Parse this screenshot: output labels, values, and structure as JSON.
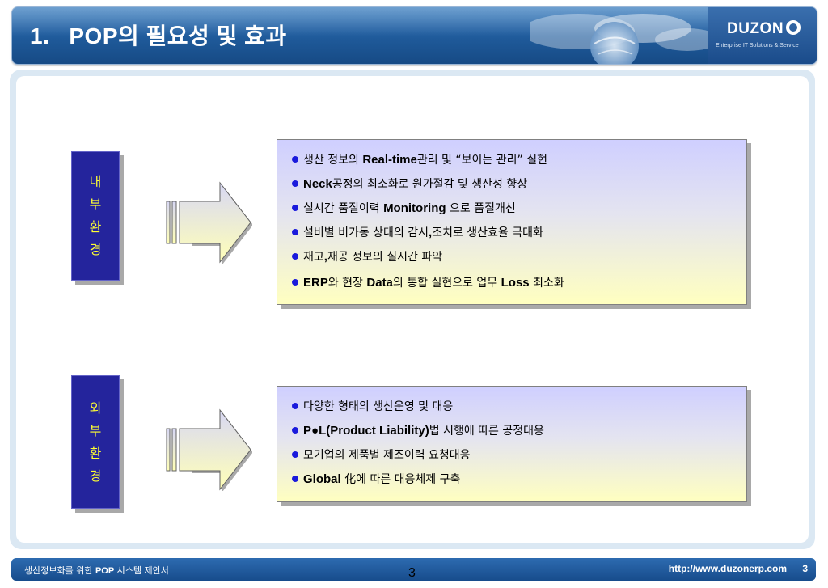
{
  "header": {
    "number": "1.",
    "title_bold": "POP",
    "title_rest": "의 필요성 및 효과",
    "brand": "DUZON",
    "tagline": "Enterprise IT Solutions & Service"
  },
  "sections": [
    {
      "label": [
        "내",
        "부",
        "환",
        "경"
      ],
      "items": [
        [
          {
            "t": "생산 정보의 "
          },
          {
            "t": "Real-time",
            "b": true
          },
          {
            "t": "관리 및 “보이는 관리” 실현"
          }
        ],
        [
          {
            "t": "Neck",
            "b": true
          },
          {
            "t": "공정의 최소화로 원가절감 및 생산성 향상"
          }
        ],
        [
          {
            "t": "실시간 품질이력 "
          },
          {
            "t": "Monitoring",
            "b": true
          },
          {
            "t": " 으로 품질개선"
          }
        ],
        [
          {
            "t": "설비별 비가동 상태의 감시"
          },
          {
            "t": ",",
            "b": true
          },
          {
            "t": "조치로 생산효율 극대화"
          }
        ],
        [
          {
            "t": "재고"
          },
          {
            "t": ",",
            "b": true
          },
          {
            "t": "재공 정보의 실시간 파악"
          }
        ],
        [
          {
            "t": "ERP",
            "b": true
          },
          {
            "t": "와 현장 "
          },
          {
            "t": "Data",
            "b": true
          },
          {
            "t": "의 통합 실현으로 업무 "
          },
          {
            "t": "Loss",
            "b": true
          },
          {
            "t": " 최소화"
          }
        ]
      ]
    },
    {
      "label": [
        "외",
        "부",
        "환",
        "경"
      ],
      "items": [
        [
          {
            "t": "다양한 형태의 생산운영 및 대응"
          }
        ],
        [
          {
            "t": "P●L(Product Liability)",
            "b": true
          },
          {
            "t": "법 시행에 따른 공정대응"
          }
        ],
        [
          {
            "t": "모기업의 제품별 제조이력 요청대응"
          }
        ],
        [
          {
            "t": "Global",
            "b": true
          },
          {
            "t": " 化에 따른 대응체제 구축"
          }
        ]
      ]
    }
  ],
  "footer": {
    "left_prefix": "생산정보화를 위한 ",
    "left_bold": "POP",
    "left_suffix": " 시스템 제안서",
    "url": "http://www.duzonerp.com",
    "page_num": "3",
    "center_num": "3"
  },
  "colors": {
    "label_bg": "#24249c",
    "label_text": "#ffff33",
    "bullet": "#1a1adc",
    "header_blue": "#1f5a9a"
  }
}
